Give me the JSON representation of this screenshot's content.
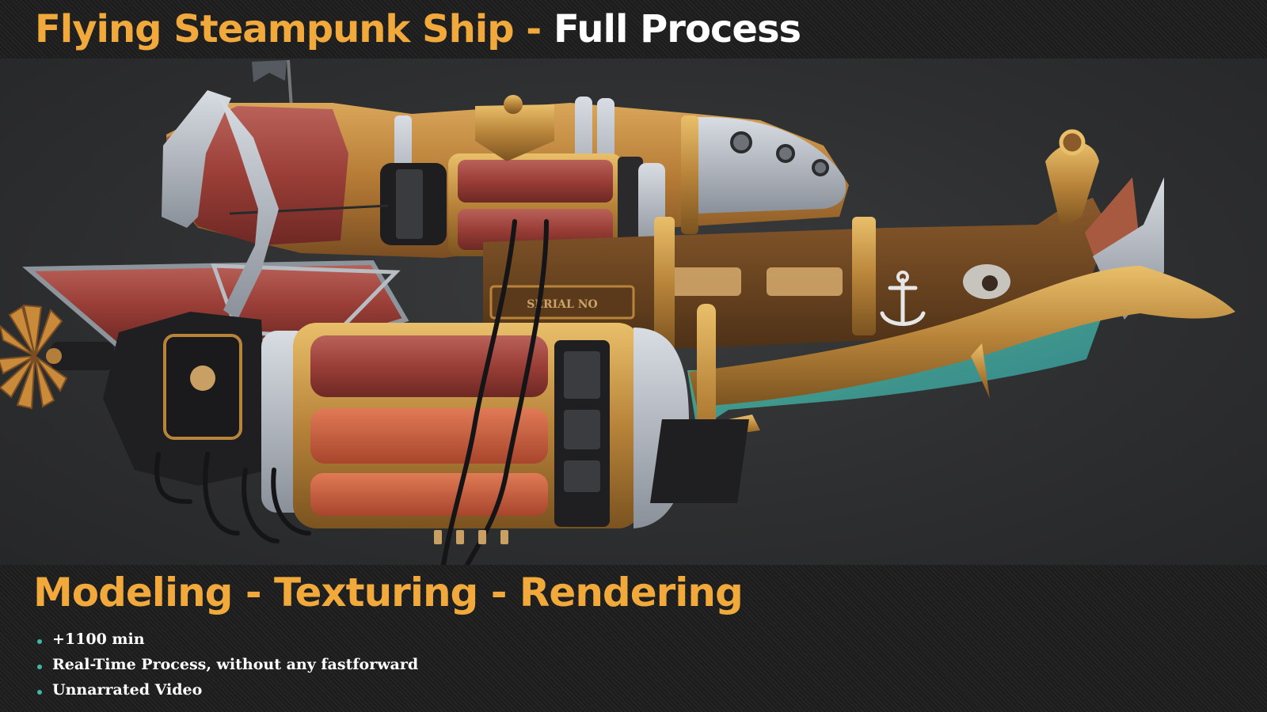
{
  "header": {
    "title_part1": "Flying Steampunk Ship - ",
    "title_part2": "Full Process"
  },
  "render": {
    "plate_text": "SERIAL NO"
  },
  "footer": {
    "subtitle": "Modeling - Texturing - Rendering",
    "features": [
      "+1100 min",
      "Real-Time Process, without any fastforward",
      "Unnarrated Video"
    ]
  },
  "colors": {
    "accent": "#f0a93a",
    "bullet": "#3fb8a8",
    "background": "#2c2d2e"
  },
  "icons": {
    "bullet": "bullet-dot-icon"
  }
}
